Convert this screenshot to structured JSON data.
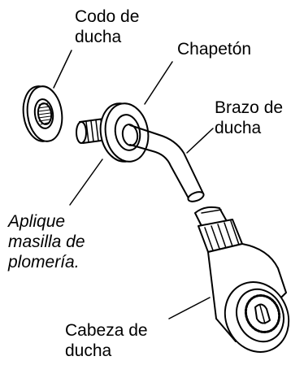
{
  "labels": {
    "codo": [
      "Codo de",
      "ducha"
    ],
    "chapeton": [
      "Chapetón"
    ],
    "brazo": [
      "Brazo de",
      "ducha"
    ],
    "aplique": [
      "Aplique",
      "masilla de",
      "plomería."
    ],
    "cabeza": [
      "Cabeza de",
      "ducha"
    ]
  },
  "style": {
    "ink": "#000000",
    "background": "#ffffff"
  }
}
